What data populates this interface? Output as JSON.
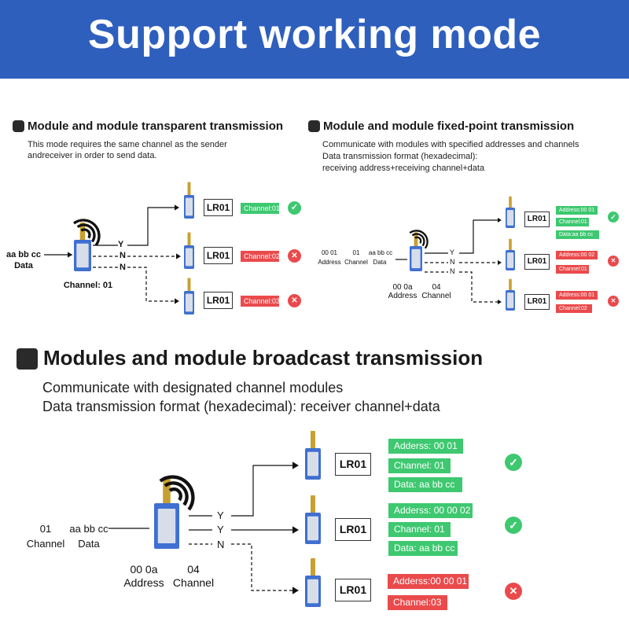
{
  "header": {
    "title": "Support working mode"
  },
  "transparent": {
    "title": "Module and module transparent transmission",
    "desc": [
      "This mode requires the same channel as the sender",
      "andreceiver in order to send data."
    ],
    "data_label": [
      "aa bb cc",
      "Data"
    ],
    "channel_label": "Channel: 01",
    "branches": [
      "Y",
      "N",
      "N"
    ],
    "module_label": "LR01",
    "targets": [
      {
        "tags": [
          "Channel:01"
        ],
        "ok": true
      },
      {
        "tags": [
          "Channel:02"
        ],
        "ok": false
      },
      {
        "tags": [
          "Channel:03"
        ],
        "ok": false
      }
    ]
  },
  "fixed": {
    "title": "Module and module fixed-point transmission",
    "desc": [
      "Communicate with modules with specified addresses and channels",
      "Data transmission format (hexadecimal):",
      "receiving address+receiving channel+data"
    ],
    "in_address": [
      "00 01",
      "Address"
    ],
    "in_channel": [
      "01",
      "Channel"
    ],
    "in_data": [
      "aa bb cc",
      "Data"
    ],
    "self_address": [
      "00 0a",
      "Address"
    ],
    "self_channel": [
      "04",
      "Channel"
    ],
    "branches": [
      "Y",
      "N",
      "N"
    ],
    "module_label": "LR01",
    "targets": [
      {
        "tags": [
          "Address:00 01",
          "Channel:01",
          "Data:aa bb cc"
        ],
        "ok": true
      },
      {
        "tags": [
          "Address:00 02",
          "Channel:01"
        ],
        "ok": false
      },
      {
        "tags": [
          "Address:00 01",
          "Channel:02"
        ],
        "ok": false
      }
    ]
  },
  "broadcast": {
    "title": "Modules and module broadcast transmission",
    "desc": [
      "Communicate with designated channel modules",
      "Data transmission format (hexadecimal): receiver channel+data"
    ],
    "in_channel": [
      "01",
      "Channel"
    ],
    "in_data": [
      "aa bb cc",
      "Data"
    ],
    "self_address": [
      "00 0a",
      "Address"
    ],
    "self_channel": [
      "04",
      "Channel"
    ],
    "branches": [
      "Y",
      "Y",
      "N"
    ],
    "module_label": "LR01",
    "targets": [
      {
        "tags": [
          "Adderss: 00 01",
          "Channel: 01",
          "Data: aa bb cc"
        ],
        "ok": true
      },
      {
        "tags": [
          "Adderss: 00 00 02",
          "Channel: 01",
          "Data: aa bb cc"
        ],
        "ok": true
      },
      {
        "tags": [
          "Adderss:00 00 01",
          "Channel:03"
        ],
        "ok": false
      }
    ]
  },
  "icons": {
    "section": "radio-tower-icon",
    "ok": "check-icon",
    "no": "x-icon",
    "wifi": "wifi-signal-icon"
  },
  "colors": {
    "banner": "#2e5fbd",
    "ok": "#3ec870",
    "no": "#ea4a4c",
    "module_blue": "#3f6fd1",
    "antenna": "#c8a030"
  }
}
